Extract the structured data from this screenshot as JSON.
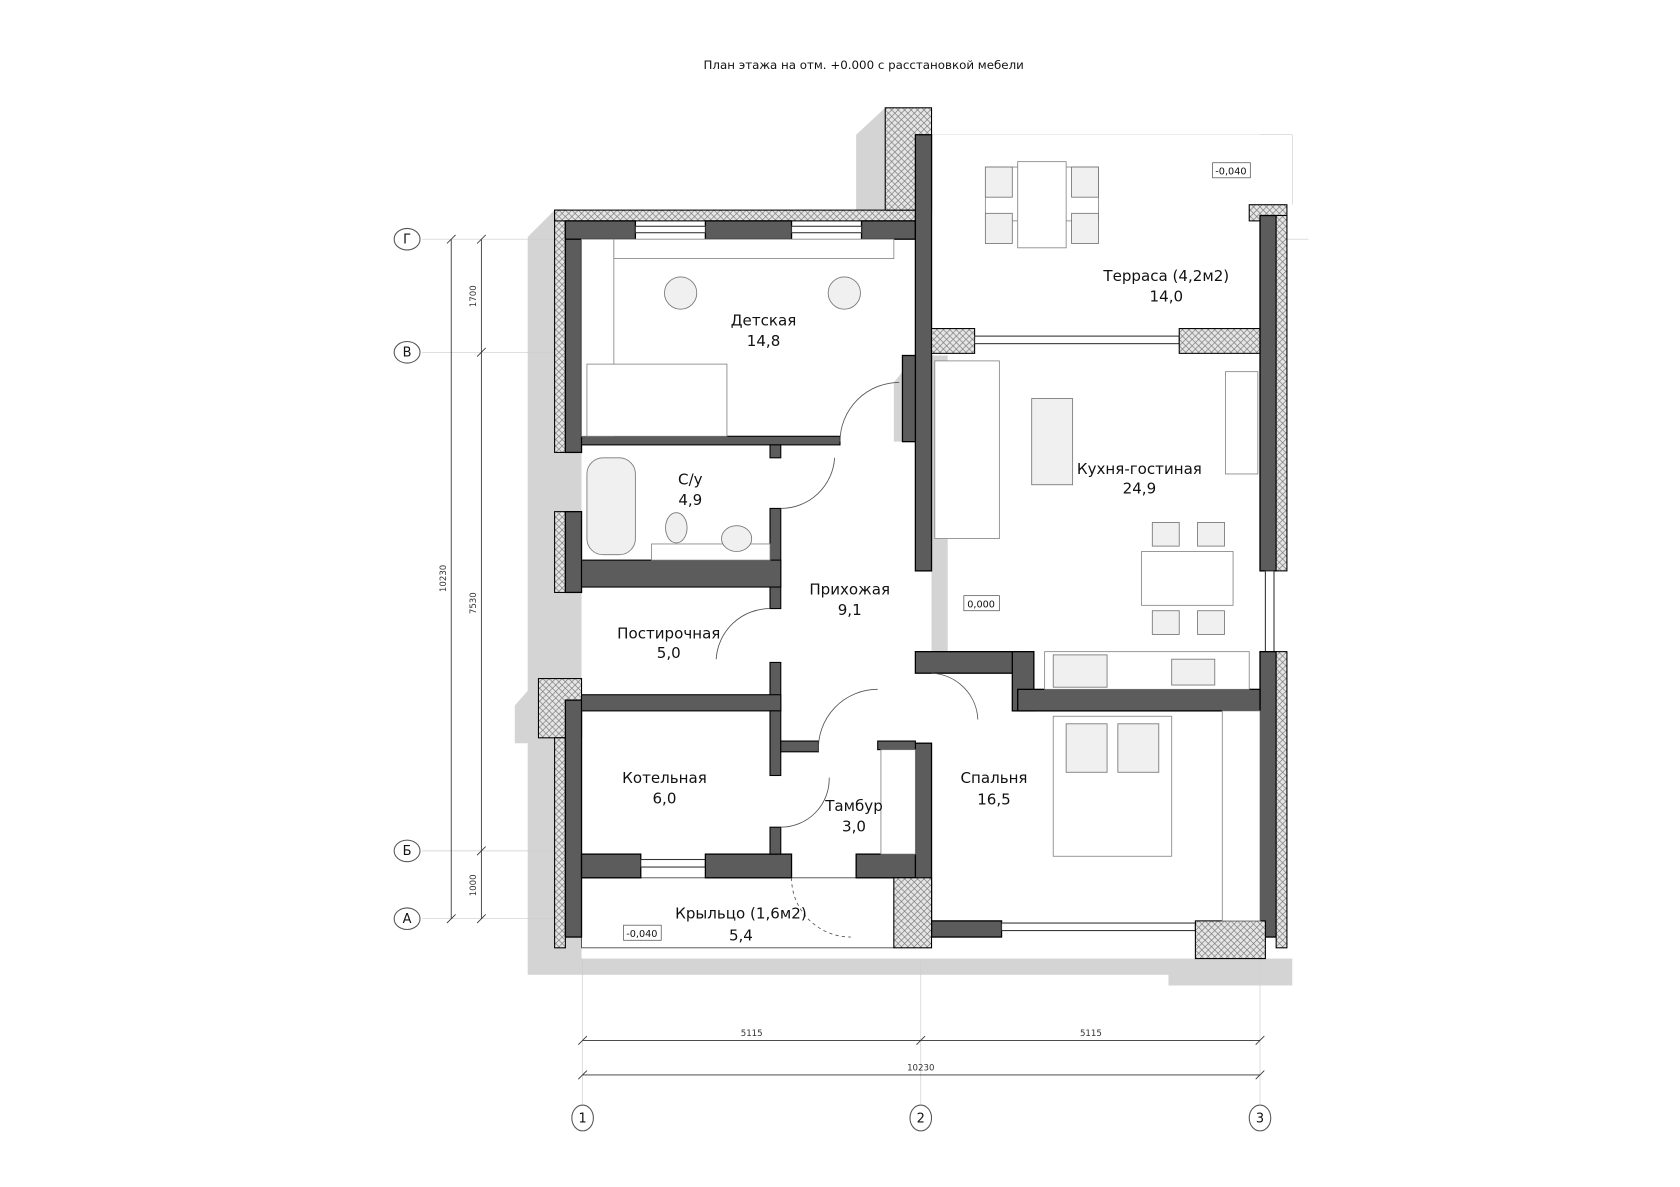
{
  "title": "План этажа на отм. +0.000 с расстановкой мебели",
  "rooms": [
    {
      "name": "Детская",
      "area": "14,8"
    },
    {
      "name": "С/у",
      "area": "4,9"
    },
    {
      "name": "Прихожая",
      "area": "9,1"
    },
    {
      "name": "Постирочная",
      "area": "5,0"
    },
    {
      "name": "Котельная",
      "area": "6,0"
    },
    {
      "name": "Тамбур",
      "area": "3,0"
    },
    {
      "name": "Крыльцо (1,6м2)",
      "area": "5,4"
    },
    {
      "name": "Спальня",
      "area": "16,5"
    },
    {
      "name": "Кухня-гостиная",
      "area": "24,9"
    },
    {
      "name": "Терраса (4,2м2)",
      "area": "14,0"
    }
  ],
  "levels": {
    "terrace": "-0,040",
    "main": "0,000",
    "porch": "-0,040"
  },
  "axes": {
    "rows": [
      "Г",
      "В",
      "Б",
      "А"
    ],
    "cols": [
      "1",
      "2",
      "3"
    ]
  },
  "dimensions": {
    "vertical_total": "10230",
    "vertical_parts": [
      "1700",
      "7530",
      "1000"
    ],
    "horizontal_parts": [
      "5115",
      "5115"
    ],
    "horizontal_total": "10230"
  }
}
